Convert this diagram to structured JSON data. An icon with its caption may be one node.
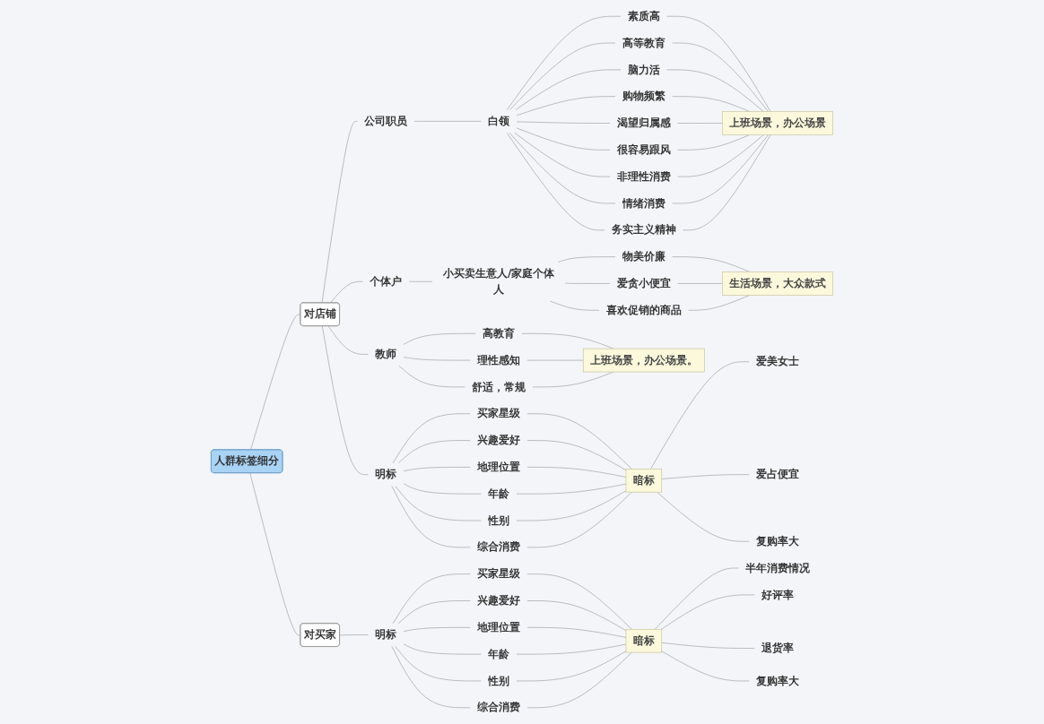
{
  "diagram": {
    "nodes": [
      {
        "text": [
          "人群标签细分"
        ]
      },
      {
        "text": [
          "对店铺"
        ]
      },
      {
        "text": [
          "公司职员"
        ]
      },
      {
        "text": [
          "白领"
        ]
      },
      {
        "text": [
          "素质高"
        ]
      },
      {
        "text": [
          "高等教育"
        ]
      },
      {
        "text": [
          "脑力活"
        ]
      },
      {
        "text": [
          "购物频繁"
        ]
      },
      {
        "text": [
          "渴望归属感"
        ]
      },
      {
        "text": [
          "很容易跟风"
        ]
      },
      {
        "text": [
          "非理性消费"
        ]
      },
      {
        "text": [
          "情绪消费"
        ]
      },
      {
        "text": [
          "务实主义精神"
        ]
      },
      {
        "text": [
          "上班场景，办公场景"
        ]
      },
      {
        "text": [
          "个体户"
        ]
      },
      {
        "text": [
          "小买卖生意人/家庭个体人"
        ]
      },
      {
        "text": [
          "物美价廉"
        ]
      },
      {
        "text": [
          "爱贪小便宜"
        ]
      },
      {
        "text": [
          "喜欢促销的商品"
        ]
      },
      {
        "text": [
          "生活场景，大众款式"
        ]
      },
      {
        "text": [
          "教师"
        ]
      },
      {
        "text": [
          "高教育"
        ]
      },
      {
        "text": [
          "理性感知"
        ]
      },
      {
        "text": [
          "舒适，常规"
        ]
      },
      {
        "text": [
          "上班场景，办公场景。"
        ]
      },
      {
        "text": [
          "明标"
        ]
      },
      {
        "text": [
          "买家星级"
        ]
      },
      {
        "text": [
          "兴趣爱好"
        ]
      },
      {
        "text": [
          "地理位置"
        ]
      },
      {
        "text": [
          "年龄"
        ]
      },
      {
        "text": [
          "性别"
        ]
      },
      {
        "text": [
          "综合消费"
        ]
      },
      {
        "text": [
          "暗标"
        ]
      },
      {
        "text": [
          "爱美女士"
        ]
      },
      {
        "text": [
          "爱占便宜"
        ]
      },
      {
        "text": [
          "复购率大"
        ]
      },
      {
        "text": [
          "对买家"
        ]
      },
      {
        "text": [
          "明标"
        ]
      },
      {
        "text": [
          "买家星级"
        ]
      },
      {
        "text": [
          "兴趣爱好"
        ]
      },
      {
        "text": [
          "地理位置"
        ]
      },
      {
        "text": [
          "年龄"
        ]
      },
      {
        "text": [
          "性别"
        ]
      },
      {
        "text": [
          "综合消费"
        ]
      },
      {
        "text": [
          "暗标"
        ]
      },
      {
        "text": [
          "半年消费情况"
        ]
      },
      {
        "text": [
          "好评率"
        ]
      },
      {
        "text": [
          "退货率"
        ]
      },
      {
        "text": [
          "复购率大"
        ]
      }
    ],
    "edges": [
      {
        "from": 0,
        "to": 1,
        "arrow": "none"
      },
      {
        "from": 1,
        "to": 2,
        "arrow": "none"
      },
      {
        "from": 2,
        "to": 3,
        "arrow": "none"
      },
      {
        "from": 3,
        "to": 4,
        "arrow": "none"
      },
      {
        "from": 3,
        "to": 5,
        "arrow": "none"
      },
      {
        "from": 3,
        "to": 6,
        "arrow": "none"
      },
      {
        "from": 3,
        "to": 7,
        "arrow": "none"
      },
      {
        "from": 3,
        "to": 8,
        "arrow": "none"
      },
      {
        "from": 3,
        "to": 9,
        "arrow": "none"
      },
      {
        "from": 3,
        "to": 10,
        "arrow": "none"
      },
      {
        "from": 3,
        "to": 11,
        "arrow": "none"
      },
      {
        "from": 3,
        "to": 12,
        "arrow": "none"
      },
      {
        "from": 4,
        "to": 13,
        "arrow": "none"
      },
      {
        "from": 5,
        "to": 13,
        "arrow": "none"
      },
      {
        "from": 6,
        "to": 13,
        "arrow": "none"
      },
      {
        "from": 7,
        "to": 13,
        "arrow": "none"
      },
      {
        "from": 8,
        "to": 13,
        "arrow": "none"
      },
      {
        "from": 9,
        "to": 13,
        "arrow": "none"
      },
      {
        "from": 10,
        "to": 13,
        "arrow": "none"
      },
      {
        "from": 11,
        "to": 13,
        "arrow": "none"
      },
      {
        "from": 12,
        "to": 13,
        "arrow": "none"
      },
      {
        "from": 1,
        "to": 14,
        "arrow": "none"
      },
      {
        "from": 14,
        "to": 15,
        "arrow": "none"
      },
      {
        "from": 15,
        "to": 16,
        "arrow": "none"
      },
      {
        "from": 15,
        "to": 17,
        "arrow": "none"
      },
      {
        "from": 15,
        "to": 18,
        "arrow": "none"
      },
      {
        "from": 16,
        "to": 19,
        "arrow": "none"
      },
      {
        "from": 17,
        "to": 19,
        "arrow": "none"
      },
      {
        "from": 18,
        "to": 19,
        "arrow": "none"
      },
      {
        "from": 1,
        "to": 20,
        "arrow": "none"
      },
      {
        "from": 20,
        "to": 21,
        "arrow": "none"
      },
      {
        "from": 20,
        "to": 22,
        "arrow": "none"
      },
      {
        "from": 20,
        "to": 23,
        "arrow": "none"
      },
      {
        "from": 21,
        "to": 24,
        "arrow": "none"
      },
      {
        "from": 22,
        "to": 24,
        "arrow": "none"
      },
      {
        "from": 23,
        "to": 24,
        "arrow": "none"
      },
      {
        "from": 1,
        "to": 25,
        "arrow": "none"
      },
      {
        "from": 25,
        "to": 26,
        "arrow": "none"
      },
      {
        "from": 25,
        "to": 27,
        "arrow": "none"
      },
      {
        "from": 25,
        "to": 28,
        "arrow": "none"
      },
      {
        "from": 25,
        "to": 29,
        "arrow": "none"
      },
      {
        "from": 25,
        "to": 30,
        "arrow": "none"
      },
      {
        "from": 25,
        "to": 31,
        "arrow": "none"
      },
      {
        "from": 26,
        "to": 32,
        "arrow": "none"
      },
      {
        "from": 27,
        "to": 32,
        "arrow": "none"
      },
      {
        "from": 28,
        "to": 32,
        "arrow": "none"
      },
      {
        "from": 29,
        "to": 32,
        "arrow": "none"
      },
      {
        "from": 30,
        "to": 32,
        "arrow": "none"
      },
      {
        "from": 31,
        "to": 32,
        "arrow": "none"
      },
      {
        "from": 32,
        "to": 33,
        "arrow": "none"
      },
      {
        "from": 32,
        "to": 34,
        "arrow": "none"
      },
      {
        "from": 32,
        "to": 35,
        "arrow": "none"
      },
      {
        "from": 0,
        "to": 36,
        "arrow": "none"
      },
      {
        "from": 36,
        "to": 37,
        "arrow": "none"
      },
      {
        "from": 37,
        "to": 38,
        "arrow": "none"
      },
      {
        "from": 37,
        "to": 39,
        "arrow": "none"
      },
      {
        "from": 37,
        "to": 40,
        "arrow": "none"
      },
      {
        "from": 37,
        "to": 41,
        "arrow": "none"
      },
      {
        "from": 37,
        "to": 42,
        "arrow": "none"
      },
      {
        "from": 37,
        "to": 43,
        "arrow": "none"
      },
      {
        "from": 38,
        "to": 44,
        "arrow": "none"
      },
      {
        "from": 39,
        "to": 44,
        "arrow": "none"
      },
      {
        "from": 40,
        "to": 44,
        "arrow": "none"
      },
      {
        "from": 41,
        "to": 44,
        "arrow": "none"
      },
      {
        "from": 42,
        "to": 44,
        "arrow": "none"
      },
      {
        "from": 43,
        "to": 44,
        "arrow": "none"
      },
      {
        "from": 44,
        "to": 45,
        "arrow": "none"
      },
      {
        "from": 44,
        "to": 46,
        "arrow": "none"
      },
      {
        "from": 44,
        "to": 47,
        "arrow": "none"
      },
      {
        "from": 44,
        "to": 48,
        "arrow": "none"
      }
    ]
  }
}
